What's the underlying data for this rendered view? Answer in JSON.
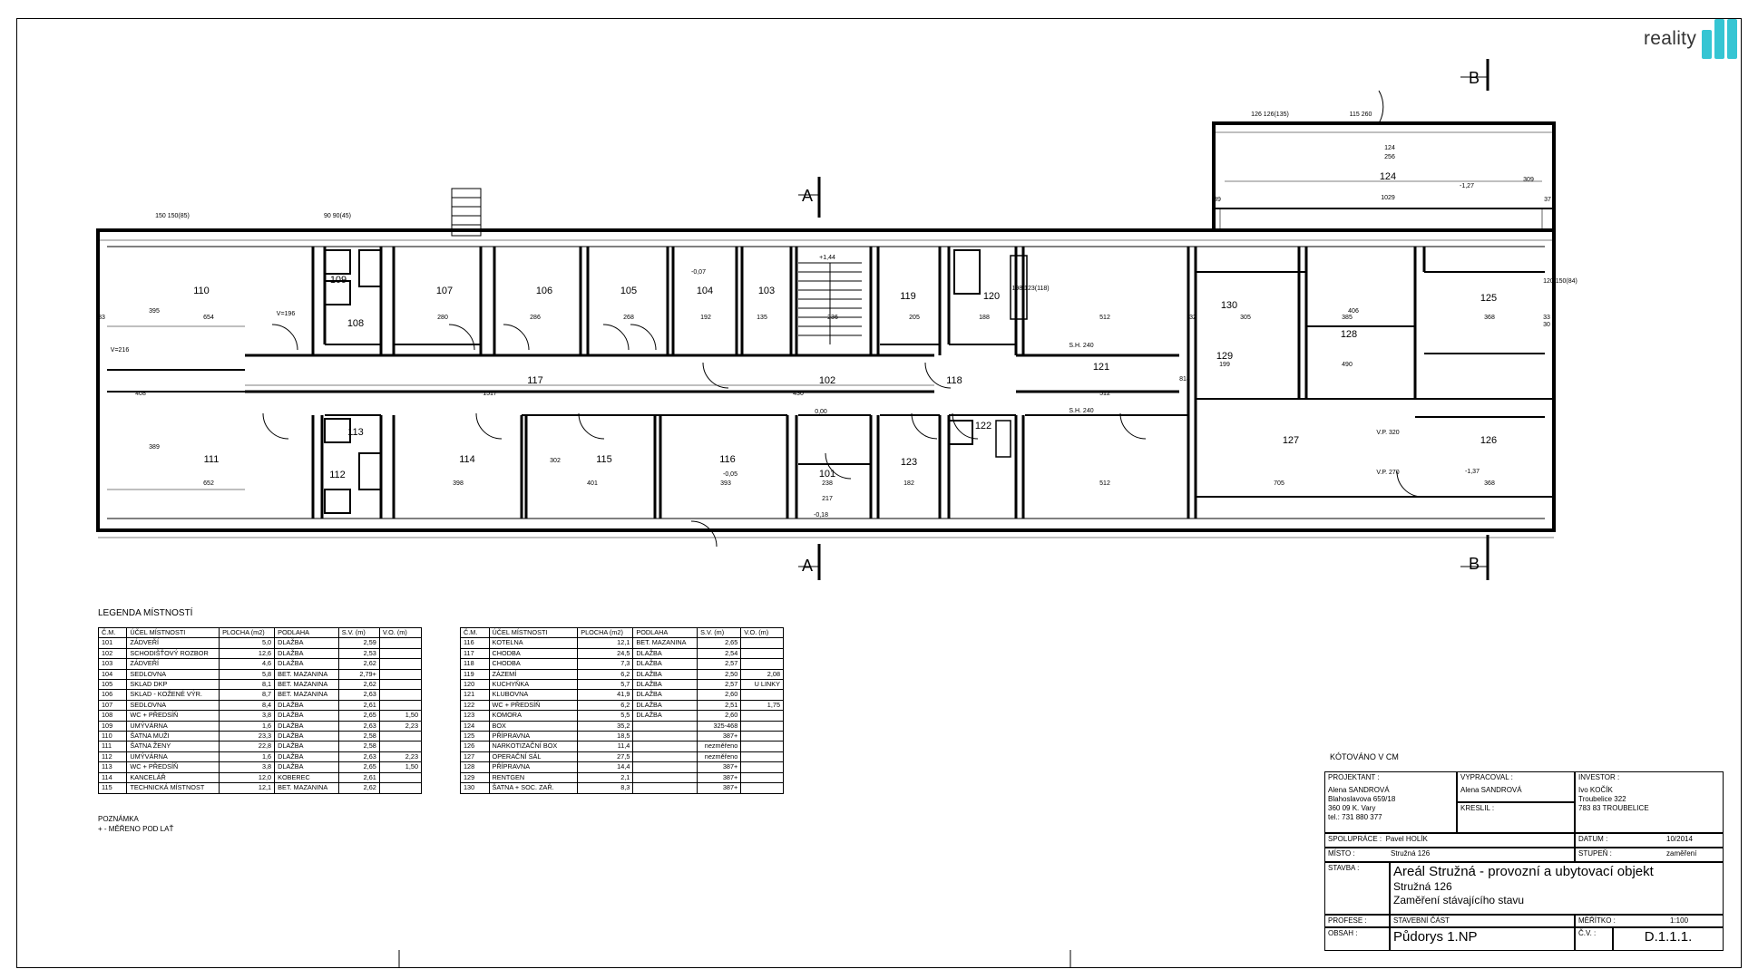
{
  "logo": {
    "text": "reality"
  },
  "sections": {
    "a": "A",
    "b": "B"
  },
  "rooms": [
    {
      "id": "110",
      "name": "110"
    },
    {
      "id": "109",
      "name": "109"
    },
    {
      "id": "108",
      "name": "108"
    },
    {
      "id": "107",
      "name": "107"
    },
    {
      "id": "106",
      "name": "106"
    },
    {
      "id": "105",
      "name": "105"
    },
    {
      "id": "104",
      "name": "104"
    },
    {
      "id": "103",
      "name": "103"
    },
    {
      "id": "119",
      "name": "119"
    },
    {
      "id": "120",
      "name": "120"
    },
    {
      "id": "117",
      "name": "117"
    },
    {
      "id": "102",
      "name": "102"
    },
    {
      "id": "118",
      "name": "118"
    },
    {
      "id": "121",
      "name": "121"
    },
    {
      "id": "130",
      "name": "130"
    },
    {
      "id": "128",
      "name": "128"
    },
    {
      "id": "125",
      "name": "125"
    },
    {
      "id": "129",
      "name": "129"
    },
    {
      "id": "124",
      "name": "124"
    },
    {
      "id": "111",
      "name": "111"
    },
    {
      "id": "113",
      "name": "113"
    },
    {
      "id": "112",
      "name": "112"
    },
    {
      "id": "114",
      "name": "114"
    },
    {
      "id": "115",
      "name": "115"
    },
    {
      "id": "116",
      "name": "116"
    },
    {
      "id": "101",
      "name": "101"
    },
    {
      "id": "123",
      "name": "123"
    },
    {
      "id": "122",
      "name": "122"
    },
    {
      "id": "127",
      "name": "127"
    },
    {
      "id": "126",
      "name": "126"
    }
  ],
  "plan_labels": {
    "l124_level": "-1,27",
    "l126_level": "-1,37",
    "l116_level": "-0,05",
    "l104_level": "-0,07",
    "l102_level": "0,00",
    "l101_level": "-0,18",
    "stair_level": "+1,44",
    "v216": "V=216",
    "v196": "V=196",
    "sh240a": "S.H. 240",
    "sh240b": "S.H. 240",
    "vp320": "V.P. 320",
    "vp270": "V.P. 270",
    "d654": "654",
    "d652": "652",
    "d408": "408",
    "d1517": "1517",
    "d280": "280",
    "d286": "286",
    "d268": "268",
    "d192": "192",
    "d135": "135",
    "d236": "236",
    "d205": "205",
    "d188": "188",
    "d512a": "512",
    "d512b": "512",
    "d512c": "512",
    "d305": "305",
    "d385": "385",
    "d368a": "368",
    "d368b": "368",
    "d490": "490",
    "d199": "199",
    "d1029": "1029",
    "d398": "398",
    "d401": "401",
    "d393": "393",
    "d238": "238",
    "d217": "217",
    "d182": "182",
    "d705": "705",
    "d430": "430",
    "d818": "818",
    "d395": "395",
    "d389": "389",
    "d302": "302",
    "d309": "309",
    "d406": "406",
    "d124": "124",
    "d256": "256",
    "d33a": "33",
    "d33b": "33",
    "d39": "39",
    "d37": "37",
    "d32a": "32",
    "d30": "30",
    "d120_150": "120 150(84)",
    "d198": "198 123(118)",
    "d150a": "150 150(85)",
    "d90a": "90 90(45)",
    "d126": "126 126(135)",
    "d115": "115 260"
  },
  "legend": {
    "title": "LEGENDA MÍSTNOSTÍ",
    "headers": [
      "Č.M.",
      "ÚČEL MÍSTNOSTI",
      "PLOCHA (m2)",
      "PODLAHA",
      "S.V. (m)",
      "V.O. (m)"
    ],
    "left": [
      [
        "101",
        "ZÁDVEŘÍ",
        "5,0",
        "DLAŽBA",
        "2,59",
        ""
      ],
      [
        "102",
        "SCHODIŠŤOVÝ ROZBOR",
        "12,6",
        "DLAŽBA",
        "2,53",
        ""
      ],
      [
        "103",
        "ZÁDVEŘÍ",
        "4,6",
        "DLAŽBA",
        "2,62",
        ""
      ],
      [
        "104",
        "SEDLOVNA",
        "5,8",
        "BET. MAZANINA",
        "2,79+",
        ""
      ],
      [
        "105",
        "SKLAD DKP",
        "8,1",
        "BET. MAZANINA",
        "2,62",
        ""
      ],
      [
        "106",
        "SKLAD - KOŽENÉ VÝR.",
        "8,7",
        "BET. MAZANINA",
        "2,63",
        ""
      ],
      [
        "107",
        "SEDLOVNA",
        "8,4",
        "DLAŽBA",
        "2,61",
        ""
      ],
      [
        "108",
        "WC + PŘEDSÍŇ",
        "3,8",
        "DLAŽBA",
        "2,65",
        "1,50"
      ],
      [
        "109",
        "UMÝVÁRNA",
        "1,6",
        "DLAŽBA",
        "2,63",
        "2,23"
      ],
      [
        "110",
        "ŠATNA MUŽI",
        "23,3",
        "DLAŽBA",
        "2,58",
        ""
      ],
      [
        "111",
        "ŠATNA ŽENY",
        "22,8",
        "DLAŽBA",
        "2,58",
        ""
      ],
      [
        "112",
        "UMÝVÁRNA",
        "1,6",
        "DLAŽBA",
        "2,63",
        "2,23"
      ],
      [
        "113",
        "WC + PŘEDSÍŇ",
        "3,8",
        "DLAŽBA",
        "2,65",
        "1,50"
      ],
      [
        "114",
        "KANCELÁŘ",
        "12,0",
        "KOBEREC",
        "2,61",
        ""
      ],
      [
        "115",
        "TECHNICKÁ MÍSTNOST",
        "12,1",
        "BET. MAZANINA",
        "2,62",
        ""
      ]
    ],
    "right": [
      [
        "116",
        "KOTELNA",
        "12,1",
        "BET. MAZANINA",
        "2,65",
        ""
      ],
      [
        "117",
        "CHODBA",
        "24,5",
        "DLAŽBA",
        "2,54",
        ""
      ],
      [
        "118",
        "CHODBA",
        "7,3",
        "DLAŽBA",
        "2,57",
        ""
      ],
      [
        "119",
        "ZÁZEMÍ",
        "6,2",
        "DLAŽBA",
        "2,50",
        "2,08"
      ],
      [
        "120",
        "KUCHYŇKA",
        "5,7",
        "DLAŽBA",
        "2,57",
        "U LINKY"
      ],
      [
        "121",
        "KLUBOVNA",
        "41,9",
        "DLAŽBA",
        "2,60",
        ""
      ],
      [
        "122",
        "WC + PŘEDSÍŇ",
        "6,2",
        "DLAŽBA",
        "2,51",
        "1,75"
      ],
      [
        "123",
        "KOMORA",
        "5,5",
        "DLAŽBA",
        "2,60",
        ""
      ],
      [
        "124",
        "BOX",
        "35,2",
        "",
        "325-468",
        ""
      ],
      [
        "125",
        "PŘÍPRAVNA",
        "18,5",
        "",
        "387+",
        ""
      ],
      [
        "126",
        "NARKOTIZAČNÍ BOX",
        "11,4",
        "",
        "nezměřeno",
        ""
      ],
      [
        "127",
        "OPERAČNÍ SÁL",
        "27,5",
        "",
        "nezměřeno",
        ""
      ],
      [
        "128",
        "PŘÍPRAVNA",
        "14,4",
        "",
        "387+",
        ""
      ],
      [
        "129",
        "RENTGEN",
        "2,1",
        "",
        "387+",
        ""
      ],
      [
        "130",
        "ŠATNA + SOC. ZAŘ.",
        "8,3",
        "",
        "387+",
        ""
      ]
    ]
  },
  "note": {
    "title": "POZNÁMKA",
    "text": "+ - MĚŘENO POD LAŤ"
  },
  "title_block": {
    "kotovano": "KÓTOVÁNO V CM",
    "projektant_label": "PROJEKTANT :",
    "projektant": [
      "Alena SANDROVÁ",
      "Blahoslavova 659/18",
      "360 09 K. Vary",
      "tel.: 731 880 377"
    ],
    "vypracoval_label": "VYPRACOVAL :",
    "vypracoval": "Alena SANDROVÁ",
    "kreslil_label": "KRESLIL :",
    "investor_label": "INVESTOR :",
    "investor": [
      "Ivo KOČÍK",
      "Troubelice 322",
      "783 83 TROUBELICE"
    ],
    "spoluprace_label": "SPOLUPRÁCE :",
    "spoluprace": "Pavel HOLÍK",
    "datum_label": "DATUM :",
    "datum": "10/2014",
    "misto_label": "MÍSTO :",
    "misto": "Stružná 126",
    "stupen_label": "STUPEŇ :",
    "stupen": "zaměření",
    "stavba_label": "STAVBA :",
    "stavba": [
      "Areál Stružná - provozní a ubytovací objekt",
      "Stružná 126",
      "Zaměření stávajícího stavu"
    ],
    "profese_label": "PROFESE :",
    "profese": "STAVEBNÍ ČÁST",
    "meritko_label": "MĚŘÍTKO :",
    "meritko": "1:100",
    "obsah_label": "OBSAH :",
    "obsah": "Půdorys 1.NP",
    "cv_label": "Č.V. :",
    "cv": "D.1.1.1."
  }
}
